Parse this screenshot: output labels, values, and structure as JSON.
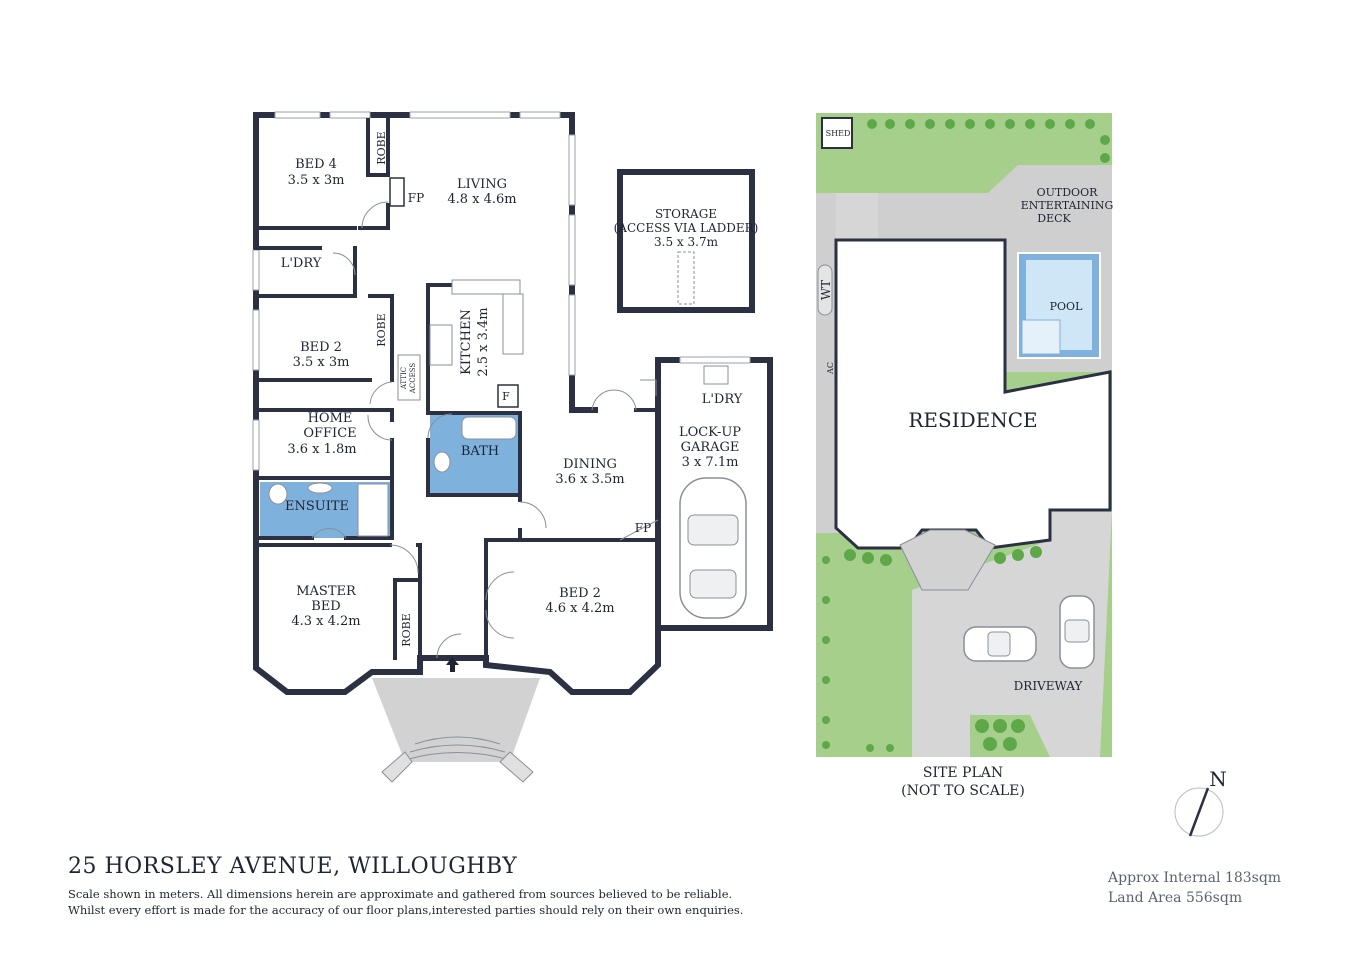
{
  "address": "25 HORSLEY AVENUE, WILLOUGHBY",
  "disclaimer": [
    "Scale shown in meters. All dimensions herein are approximate and gathered from sources believed to be  reliable.",
    "Whilst every effort is made for the accuracy of our floor plans,interested parties should rely on their own enquiries."
  ],
  "areas": {
    "internal": "Approx Internal 183sqm",
    "land": "Land Area 556sqm"
  },
  "floor_plan": {
    "rooms": [
      {
        "name": "BED 4",
        "dims": "3.5 x 3m"
      },
      {
        "name": "LIVING",
        "dims": "4.8 x 4.6m"
      },
      {
        "name": "L'DRY",
        "dims": ""
      },
      {
        "name": "BED 2",
        "dims": "3.5 x 3m"
      },
      {
        "name": "KITCHEN",
        "dims": "2.5 x 3.4m"
      },
      {
        "name": "HOME OFFICE",
        "line1": "HOME",
        "line2": "OFFICE",
        "dims": "3.6 x 1.8m"
      },
      {
        "name": "BATH",
        "dims": ""
      },
      {
        "name": "ENSUITE",
        "dims": ""
      },
      {
        "name": "DINING",
        "dims": "3.6 x 3.5m"
      },
      {
        "name": "MASTER BED",
        "line1": "MASTER",
        "line2": "BED",
        "dims": "4.3 x 4.2m"
      },
      {
        "name": "BED 2",
        "dims": "4.6 x 4.2m"
      },
      {
        "name": "LOCK-UP GARAGE",
        "line1": "LOCK-UP",
        "line2": "GARAGE",
        "dims": "3 x 7.1m"
      },
      {
        "name": "L'DRY",
        "dims": ""
      },
      {
        "name": "STORAGE",
        "line1": "STORAGE",
        "line2": "(ACCESS VIA LADDER)",
        "dims": "3.5 x 3.7m"
      }
    ],
    "labels": {
      "robe": "ROBE",
      "fp": "FP",
      "f": "F",
      "attic1": "ATTIC",
      "attic2": "ACCESS"
    }
  },
  "site_plan": {
    "title_line1": "SITE PLAN",
    "title_line2": "(NOT TO SCALE)",
    "residence": "RESIDENCE",
    "pool": "POOL",
    "shed": "SHED",
    "deck_line1": "OUTDOOR",
    "deck_line2": "ENTERTAINING",
    "deck_line3": "DECK",
    "driveway": "DRIVEWAY",
    "wt": "WT",
    "ac": "AC"
  },
  "compass": {
    "label": "N"
  }
}
